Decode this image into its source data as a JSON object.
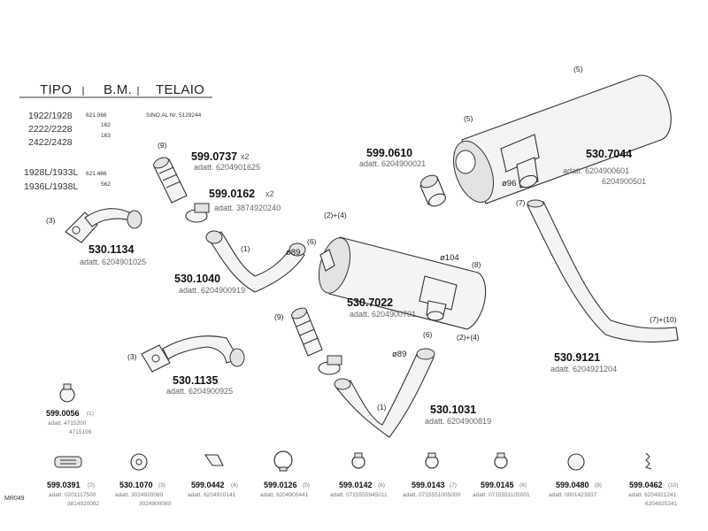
{
  "table": {
    "headers": [
      "TIPO",
      "B.M.",
      "TELAIO"
    ],
    "rows": [
      {
        "tipo": "1922/1928",
        "bm": "621.066",
        "telaio": "SINO AL Nr. 5129244"
      },
      {
        "tipo": "2222/2228",
        "bm": "162"
      },
      {
        "tipo": "2422/2428",
        "bm": "163"
      },
      {
        "tipo": "1928L/1933L",
        "bm": "621.466"
      },
      {
        "tipo": "1936L/1938L",
        "bm": "562"
      }
    ]
  },
  "parts": [
    {
      "key": "p5307044",
      "number": "530.7044",
      "adatt": "adatt. 6204900601",
      "adatt2": "6204900501"
    },
    {
      "key": "p5990610",
      "number": "599.0610",
      "adatt": "adatt. 6204900021"
    },
    {
      "key": "p5990737",
      "number": "599.0737",
      "qty": "x2",
      "adatt": "adatt. 6204901625"
    },
    {
      "key": "p5990162",
      "number": "599.0162",
      "qty": "x2",
      "adatt": "adatt. 3874920240"
    },
    {
      "key": "p5301134",
      "number": "530.1134",
      "adatt": "adatt. 6204901025"
    },
    {
      "key": "p5301040",
      "number": "530.1040",
      "adatt": "adatt. 6204900919"
    },
    {
      "key": "p5307022",
      "number": "530.7022",
      "adatt": "adatt. 6204900701"
    },
    {
      "key": "p5309121",
      "number": "530.9121",
      "adatt": "adatt. 6204921204"
    },
    {
      "key": "p5301135",
      "number": "530.1135",
      "adatt": "adatt. 6204900925"
    },
    {
      "key": "p5301031",
      "number": "530.1031",
      "adatt": "adatt. 6204900819"
    },
    {
      "key": "p5990056",
      "number": "599.0056",
      "ref": "(1)",
      "adatt": "adatt. 4715200",
      "adatt2": "4715199"
    }
  ],
  "callouts": {
    "c5a": "(5)",
    "c5b": "(5)",
    "c9a": "(9)",
    "c9b": "(9)",
    "c3a": "(3)",
    "c3b": "(3)",
    "c1a": "(1)",
    "c1b": "(1)",
    "c6a": "(6)",
    "c6b": "(6)",
    "c2a": "(2)+(4)",
    "c2b": "(2)+(4)",
    "c8": "(8)",
    "c7": "(7)",
    "c710": "(7)+(10)",
    "d96": "ø96",
    "d104": "ø104",
    "d89a": "ø89",
    "d89b": "ø89"
  },
  "bottom_parts": [
    {
      "number": "599.0391",
      "ref": "(2)",
      "adatt": "adatt. 0201117500",
      "adatt2": "3814920082"
    },
    {
      "number": "530.1070",
      "ref": "(3)",
      "adatt": "adatt. 3024920080",
      "adatt2": "3024900080"
    },
    {
      "number": "599.0442",
      "ref": "(4)",
      "adatt": "adatt. 6204910141"
    },
    {
      "number": "599.0126",
      "ref": "(5)",
      "adatt": "adatt. 6204900441"
    },
    {
      "number": "599.0142",
      "ref": "(6)",
      "adatt": "adatt. 0715550945011"
    },
    {
      "number": "599.0143",
      "ref": "(7)",
      "adatt": "adatt. 0715551005000"
    },
    {
      "number": "599.0145",
      "ref": "(8)",
      "adatt": "adatt. 0715551105001"
    },
    {
      "number": "599.0480",
      "ref": "(9)",
      "adatt": "adatt. 0001423937"
    },
    {
      "number": "599.0462",
      "ref": "(10)",
      "adatt": "adatt. 6204921241",
      "adatt2": "6204925341"
    }
  ],
  "corner_code": "MR049"
}
